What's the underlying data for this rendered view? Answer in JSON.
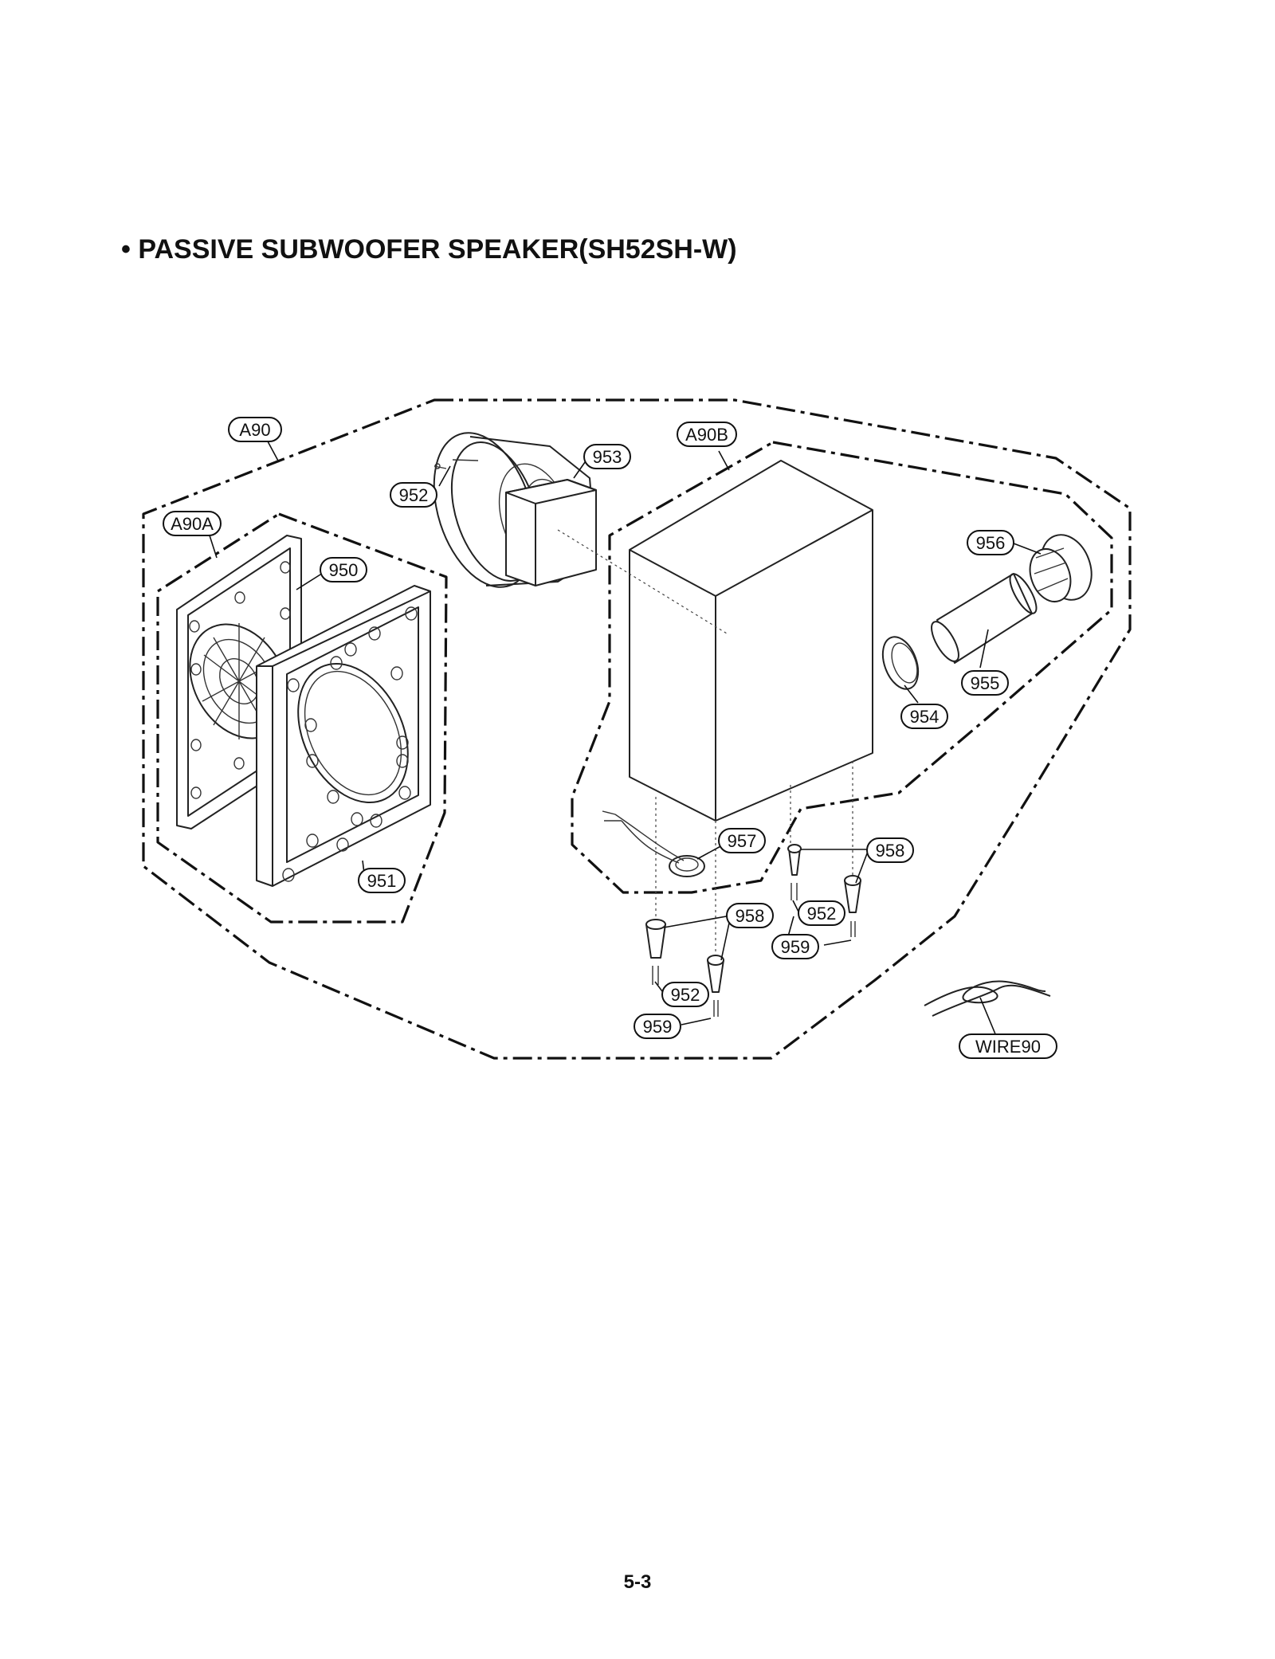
{
  "title": "• PASSIVE SUBWOOFER SPEAKER(SH52SH-W)",
  "page_number": "5-3",
  "labels": {
    "a90": "A90",
    "a90a": "A90A",
    "a90b": "A90B",
    "p950": "950",
    "p951": "951",
    "p952_top": "952",
    "p952_mid": "952",
    "p952_low": "952",
    "p953": "953",
    "p954": "954",
    "p955": "955",
    "p956": "956",
    "p957": "957",
    "p958_right": "958",
    "p958_left": "958",
    "p959_right": "959",
    "p959_left": "959",
    "wire90": "WIRE90"
  }
}
